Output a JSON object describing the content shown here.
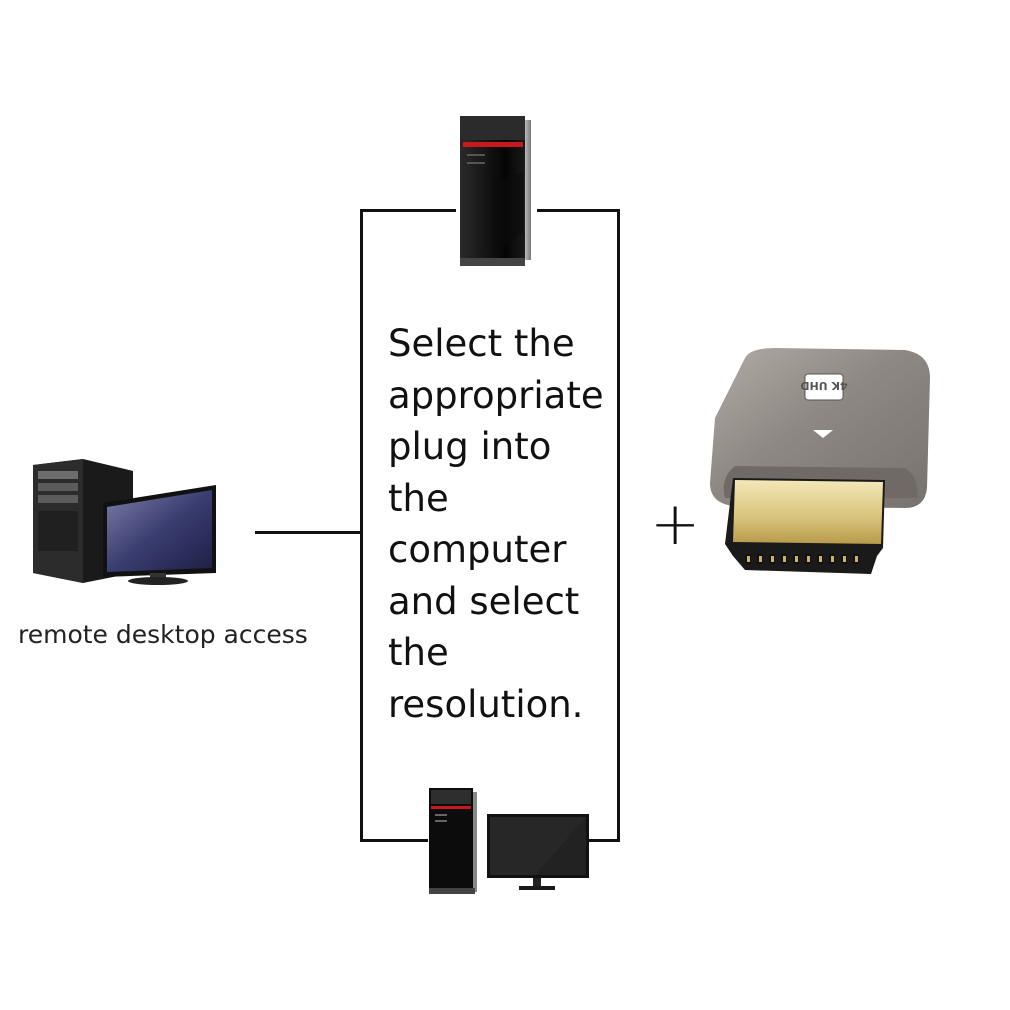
{
  "diagram": {
    "instruction_lines": [
      "Select the",
      "appropriate",
      "plug into",
      "the",
      "computer",
      "and select",
      "the",
      "resolution."
    ],
    "remote_label": "remote desktop access",
    "plus_sign": "+",
    "adapter_badge": "4K UHD"
  },
  "colors": {
    "line": "#111111",
    "tower_red_stripe": "#c8191e",
    "adapter_shell": "#8a8580",
    "adapter_plug": "#d8c27a"
  },
  "icons": [
    "tower-pc-icon",
    "desktop-computer-icon",
    "pc-monitor-icon",
    "hdmi-dummy-plug-icon"
  ]
}
